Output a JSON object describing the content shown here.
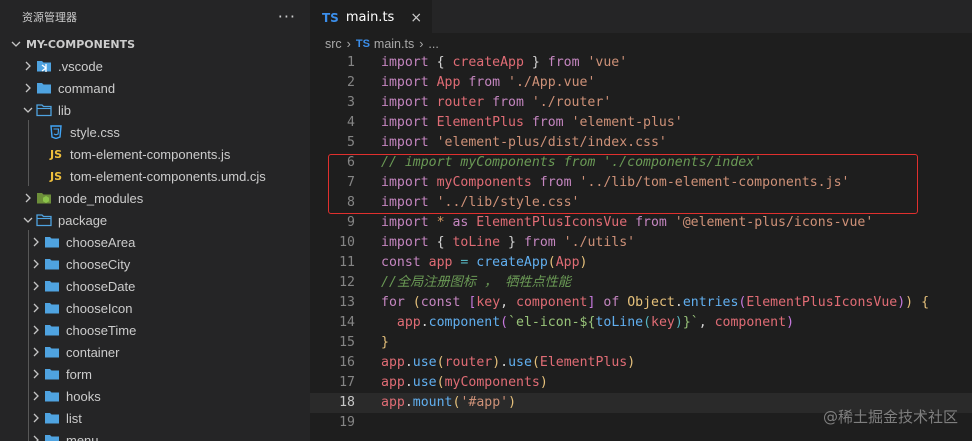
{
  "sidebar": {
    "title": "资源管理器",
    "more": "···",
    "section": "MY-COMPONENTS",
    "items": [
      {
        "label": ".vscode",
        "type": "folder-vscode",
        "depth": 1,
        "expanded": false
      },
      {
        "label": "command",
        "type": "folder",
        "depth": 1,
        "expanded": false
      },
      {
        "label": "lib",
        "type": "folder",
        "depth": 1,
        "expanded": true
      },
      {
        "label": "style.css",
        "type": "css",
        "depth": 2
      },
      {
        "label": "tom-element-components.js",
        "type": "js",
        "depth": 2
      },
      {
        "label": "tom-element-components.umd.cjs",
        "type": "js",
        "depth": 2
      },
      {
        "label": "node_modules",
        "type": "folder-node",
        "depth": 1,
        "expanded": false
      },
      {
        "label": "package",
        "type": "folder",
        "depth": 1,
        "expanded": true
      },
      {
        "label": "chooseArea",
        "type": "folder",
        "depth": 2,
        "expanded": false
      },
      {
        "label": "chooseCity",
        "type": "folder",
        "depth": 2,
        "expanded": false
      },
      {
        "label": "chooseDate",
        "type": "folder",
        "depth": 2,
        "expanded": false
      },
      {
        "label": "chooseIcon",
        "type": "folder",
        "depth": 2,
        "expanded": false
      },
      {
        "label": "chooseTime",
        "type": "folder",
        "depth": 2,
        "expanded": false
      },
      {
        "label": "container",
        "type": "folder",
        "depth": 2,
        "expanded": false
      },
      {
        "label": "form",
        "type": "folder",
        "depth": 2,
        "expanded": false
      },
      {
        "label": "hooks",
        "type": "folder",
        "depth": 2,
        "expanded": false
      },
      {
        "label": "list",
        "type": "folder",
        "depth": 2,
        "expanded": false
      },
      {
        "label": "menu",
        "type": "folder",
        "depth": 2,
        "expanded": false
      }
    ]
  },
  "tab": {
    "badge": "TS",
    "label": "main.ts",
    "close": "×"
  },
  "breadcrumb": {
    "folder": "src",
    "badge": "TS",
    "file": "main.ts",
    "tail": "..."
  },
  "editor": {
    "current_line": 18,
    "lines": [
      {
        "n": "1",
        "tokens": [
          [
            "k",
            "import "
          ],
          [
            "p",
            "{ "
          ],
          [
            "v",
            "createApp"
          ],
          [
            "p",
            " } "
          ],
          [
            "k",
            "from "
          ],
          [
            "s",
            "'vue'"
          ]
        ]
      },
      {
        "n": "2",
        "tokens": [
          [
            "k",
            "import "
          ],
          [
            "v",
            "App "
          ],
          [
            "k",
            "from "
          ],
          [
            "s",
            "'./App.vue'"
          ]
        ]
      },
      {
        "n": "3",
        "tokens": [
          [
            "k",
            "import "
          ],
          [
            "v",
            "router "
          ],
          [
            "k",
            "from "
          ],
          [
            "s",
            "'./router'"
          ]
        ]
      },
      {
        "n": "4",
        "tokens": [
          [
            "k",
            "import "
          ],
          [
            "v",
            "ElementPlus "
          ],
          [
            "k",
            "from "
          ],
          [
            "s",
            "'element-plus'"
          ]
        ]
      },
      {
        "n": "5",
        "tokens": [
          [
            "k",
            "import "
          ],
          [
            "s",
            "'element-plus/dist/index.css'"
          ]
        ]
      },
      {
        "n": "6",
        "tokens": [
          [
            "c",
            "// import myComponents from './components/index'"
          ]
        ]
      },
      {
        "n": "7",
        "tokens": [
          [
            "k",
            "import "
          ],
          [
            "v",
            "myComponents "
          ],
          [
            "k",
            "from "
          ],
          [
            "s",
            "'../lib/tom-element-components.js'"
          ]
        ]
      },
      {
        "n": "8",
        "tokens": [
          [
            "k",
            "import "
          ],
          [
            "s",
            "'../lib/style.css'"
          ]
        ]
      },
      {
        "n": "9",
        "tokens": [
          [
            "k",
            "import "
          ],
          [
            "cst",
            "* "
          ],
          [
            "k",
            "as "
          ],
          [
            "v",
            "ElementPlusIconsVue "
          ],
          [
            "k",
            "from "
          ],
          [
            "s",
            "'@element-plus/icons-vue'"
          ]
        ]
      },
      {
        "n": "10",
        "tokens": [
          [
            "k",
            "import "
          ],
          [
            "p",
            "{ "
          ],
          [
            "v",
            "toLine"
          ],
          [
            "p",
            " } "
          ],
          [
            "k",
            "from "
          ],
          [
            "s",
            "'./utils'"
          ]
        ]
      },
      {
        "n": "11",
        "tokens": [
          [
            "k",
            "const "
          ],
          [
            "v",
            "app "
          ],
          [
            "op",
            "= "
          ],
          [
            "f",
            "createApp"
          ],
          [
            "b1",
            "("
          ],
          [
            "v",
            "App"
          ],
          [
            "b1",
            ")"
          ]
        ]
      },
      {
        "n": "12",
        "tokens": [
          [
            "c",
            "//全局注册图标 ， 牺牲点性能"
          ]
        ]
      },
      {
        "n": "13",
        "tokens": [
          [
            "k",
            "for "
          ],
          [
            "b1",
            "("
          ],
          [
            "k",
            "const "
          ],
          [
            "b2",
            "["
          ],
          [
            "v",
            "key"
          ],
          [
            "p",
            ", "
          ],
          [
            "v",
            "component"
          ],
          [
            "b2",
            "]"
          ],
          [
            "k",
            " of "
          ],
          [
            "b1",
            "Object"
          ],
          [
            "p",
            "."
          ],
          [
            "f",
            "entries"
          ],
          [
            "b2",
            "("
          ],
          [
            "v",
            "ElementPlusIconsVue"
          ],
          [
            "b2",
            ")"
          ],
          [
            "b1",
            ")"
          ],
          [
            "p",
            " "
          ],
          [
            "b1",
            "{"
          ]
        ]
      },
      {
        "n": "14",
        "tokens": [
          [
            "p",
            "  "
          ],
          [
            "v",
            "app"
          ],
          [
            "p",
            "."
          ],
          [
            "f",
            "component"
          ],
          [
            "b2",
            "("
          ],
          [
            "s2",
            "`el-icon-${"
          ],
          [
            "f",
            "toLine"
          ],
          [
            "b3",
            "("
          ],
          [
            "v",
            "key"
          ],
          [
            "b3",
            ")"
          ],
          [
            "s2",
            "}`"
          ],
          [
            "p",
            ", "
          ],
          [
            "v",
            "component"
          ],
          [
            "b2",
            ")"
          ]
        ]
      },
      {
        "n": "15",
        "tokens": [
          [
            "b1",
            "}"
          ]
        ]
      },
      {
        "n": "16",
        "tokens": [
          [
            "v",
            "app"
          ],
          [
            "p",
            "."
          ],
          [
            "f",
            "use"
          ],
          [
            "b1",
            "("
          ],
          [
            "v",
            "router"
          ],
          [
            "b1",
            ")"
          ],
          [
            "p",
            "."
          ],
          [
            "f",
            "use"
          ],
          [
            "b1",
            "("
          ],
          [
            "v",
            "ElementPlus"
          ],
          [
            "b1",
            ")"
          ]
        ]
      },
      {
        "n": "17",
        "tokens": [
          [
            "v",
            "app"
          ],
          [
            "p",
            "."
          ],
          [
            "f",
            "use"
          ],
          [
            "b1",
            "("
          ],
          [
            "v",
            "myComponents"
          ],
          [
            "b1",
            ")"
          ]
        ]
      },
      {
        "n": "18",
        "tokens": [
          [
            "v",
            "app"
          ],
          [
            "p",
            "."
          ],
          [
            "f",
            "mount"
          ],
          [
            "b1",
            "("
          ],
          [
            "s",
            "'#app'"
          ],
          [
            "b1",
            ")"
          ]
        ]
      },
      {
        "n": "19",
        "tokens": []
      }
    ]
  },
  "watermark": "@稀土掘金技术社区",
  "colors": {
    "folder": "#4fa3e0",
    "vscode_icon": "#3b8eea",
    "node_icon": "#8bc34a",
    "css": "#42a5f5",
    "js": "#f0c03c",
    "highlight": "#e0302e"
  }
}
